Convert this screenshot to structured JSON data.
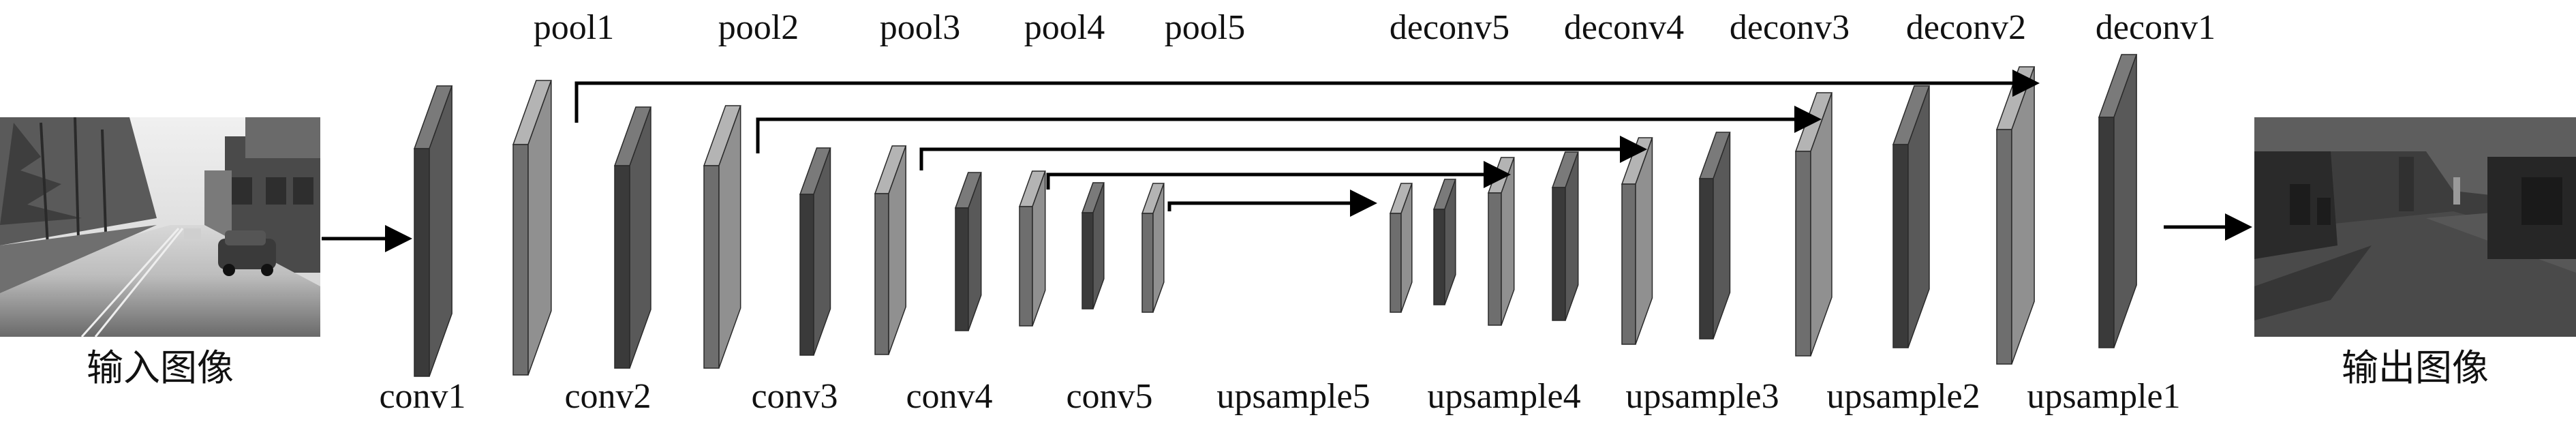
{
  "diagram": {
    "input_caption": "输入图像",
    "output_caption": "输出图像",
    "top_labels": {
      "pool1": "pool1",
      "pool2": "pool2",
      "pool3": "pool3",
      "pool4": "pool4",
      "pool5": "pool5",
      "deconv5": "deconv5",
      "deconv4": "deconv4",
      "deconv3": "deconv3",
      "deconv2": "deconv2",
      "deconv1": "deconv1"
    },
    "bottom_labels": {
      "conv1": "conv1",
      "conv2": "conv2",
      "conv3": "conv3",
      "conv4": "conv4",
      "conv5": "conv5",
      "upsample5": "upsample5",
      "upsample4": "upsample4",
      "upsample3": "upsample3",
      "upsample2": "upsample2",
      "upsample1": "upsample1"
    },
    "colors": {
      "conv_front": "#595959",
      "conv_side": "#3a3a3a",
      "conv_top": "#7a7a7a",
      "pool_front": "#909090",
      "pool_side": "#6e6e6e",
      "pool_top": "#b4b4b4",
      "arrow": "#000000"
    }
  }
}
